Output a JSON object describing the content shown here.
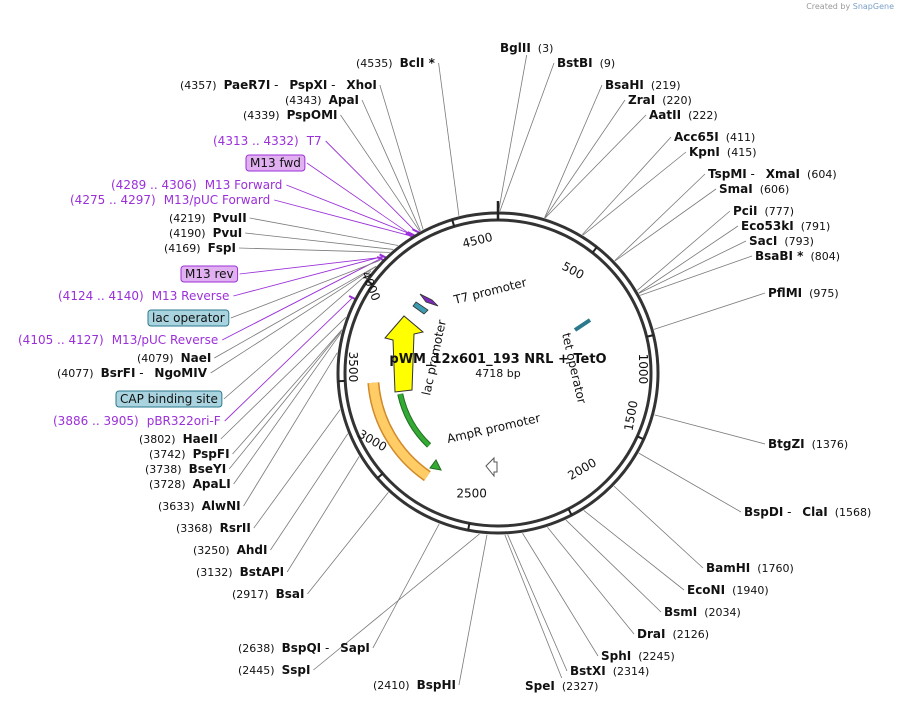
{
  "watermark": {
    "prefix": "Created by",
    "brand": "SnapGene"
  },
  "plasmid": {
    "name": "pWM_12x601_193 NRL + TetO",
    "length_text": "4718 bp",
    "length": 4718
  },
  "ticks": [
    "500",
    "1000",
    "1500",
    "2000",
    "2500",
    "3000",
    "3500",
    "4000",
    "4500"
  ],
  "enzymes": [
    {
      "names": [
        "BglII"
      ],
      "pos_text": "(3)",
      "pos": 3
    },
    {
      "names": [
        "BstBI"
      ],
      "pos_text": "(9)",
      "pos": 9
    },
    {
      "names": [
        "BsaHI"
      ],
      "pos_text": "(219)",
      "pos": 219
    },
    {
      "names": [
        "ZraI"
      ],
      "pos_text": "(220)",
      "pos": 220
    },
    {
      "names": [
        "AatII"
      ],
      "pos_text": "(222)",
      "pos": 222
    },
    {
      "names": [
        "Acc65I"
      ],
      "pos_text": "(411)",
      "pos": 411
    },
    {
      "names": [
        "KpnI"
      ],
      "pos_text": "(415)",
      "pos": 415
    },
    {
      "names": [
        "TspMI",
        "XmaI"
      ],
      "pos_text": "(604)",
      "pos": 604
    },
    {
      "names": [
        "SmaI"
      ],
      "pos_text": "(606)",
      "pos": 606
    },
    {
      "names": [
        "PciI"
      ],
      "pos_text": "(777)",
      "pos": 777
    },
    {
      "names": [
        "Eco53kI"
      ],
      "pos_text": "(791)",
      "pos": 791
    },
    {
      "names": [
        "SacI"
      ],
      "pos_text": "(793)",
      "pos": 793
    },
    {
      "names": [
        "BsaBI *"
      ],
      "pos_text": "(804)",
      "pos": 804
    },
    {
      "names": [
        "PflMI"
      ],
      "pos_text": "(975)",
      "pos": 975
    },
    {
      "names": [
        "BtgZI"
      ],
      "pos_text": "(1376)",
      "pos": 1376
    },
    {
      "names": [
        "BspDI",
        "ClaI"
      ],
      "pos_text": "(1568)",
      "pos": 1568
    },
    {
      "names": [
        "BamHI"
      ],
      "pos_text": "(1760)",
      "pos": 1760
    },
    {
      "names": [
        "EcoNI"
      ],
      "pos_text": "(1940)",
      "pos": 1940
    },
    {
      "names": [
        "BsmI"
      ],
      "pos_text": "(2034)",
      "pos": 2034
    },
    {
      "names": [
        "DraI"
      ],
      "pos_text": "(2126)",
      "pos": 2126
    },
    {
      "names": [
        "SphI"
      ],
      "pos_text": "(2245)",
      "pos": 2245
    },
    {
      "names": [
        "BstXI"
      ],
      "pos_text": "(2314)",
      "pos": 2314
    },
    {
      "names": [
        "SpeI"
      ],
      "pos_text": "(2327)",
      "pos": 2327
    },
    {
      "names": [
        "BspHI"
      ],
      "pos_text": "(2410)",
      "pos": 2410
    },
    {
      "names": [
        "SspI"
      ],
      "pos_text": "(2445)",
      "pos": 2445
    },
    {
      "names": [
        "BspQI",
        "SapI"
      ],
      "pos_text": "(2638)",
      "pos": 2638
    },
    {
      "names": [
        "BsaI"
      ],
      "pos_text": "(2917)",
      "pos": 2917
    },
    {
      "names": [
        "BstAPI"
      ],
      "pos_text": "(3132)",
      "pos": 3132
    },
    {
      "names": [
        "AhdI"
      ],
      "pos_text": "(3250)",
      "pos": 3250
    },
    {
      "names": [
        "RsrII"
      ],
      "pos_text": "(3368)",
      "pos": 3368
    },
    {
      "names": [
        "AlwNI"
      ],
      "pos_text": "(3633)",
      "pos": 3633
    },
    {
      "names": [
        "ApaLI"
      ],
      "pos_text": "(3728)",
      "pos": 3728
    },
    {
      "names": [
        "BseYI"
      ],
      "pos_text": "(3738)",
      "pos": 3738
    },
    {
      "names": [
        "PspFI"
      ],
      "pos_text": "(3742)",
      "pos": 3742
    },
    {
      "names": [
        "HaeII"
      ],
      "pos_text": "(3802)",
      "pos": 3802
    },
    {
      "names": [
        "BsrFI",
        "NgoMIV"
      ],
      "pos_text": "(4077)",
      "pos": 4077
    },
    {
      "names": [
        "NaeI"
      ],
      "pos_text": "(4079)",
      "pos": 4079
    },
    {
      "names": [
        "FspI"
      ],
      "pos_text": "(4169)",
      "pos": 4169
    },
    {
      "names": [
        "PvuI"
      ],
      "pos_text": "(4190)",
      "pos": 4190
    },
    {
      "names": [
        "PvuII"
      ],
      "pos_text": "(4219)",
      "pos": 4219
    },
    {
      "names": [
        "PspOMI"
      ],
      "pos_text": "(4339)",
      "pos": 4339
    },
    {
      "names": [
        "ApaI"
      ],
      "pos_text": "(4343)",
      "pos": 4343
    },
    {
      "names": [
        "PaeR7I",
        "PspXI",
        "XhoI"
      ],
      "pos_text": "(4357)",
      "pos": 4357
    },
    {
      "names": [
        "BclI *"
      ],
      "pos_text": "(4535)",
      "pos": 4535
    }
  ],
  "primers": [
    {
      "range": "(4313 .. 4332)",
      "name": "T7",
      "pos": 4322
    },
    {
      "range": "(4289 .. 4306)",
      "name": "M13 Forward",
      "pos": 4297
    },
    {
      "range": "(4275 .. 4297)",
      "name": "M13/pUC Forward",
      "pos": 4286
    },
    {
      "range": "(4124 .. 4140)",
      "name": "M13 Reverse",
      "pos": 4132
    },
    {
      "range": "(4105 .. 4127)",
      "name": "M13/pUC Reverse",
      "pos": 4116
    },
    {
      "range": "(3886 .. 3905)",
      "name": "pBR322ori-F",
      "pos": 3895
    }
  ],
  "boxed_labels": [
    {
      "text": "M13 fwd",
      "kind": "primer",
      "pos": 4297
    },
    {
      "text": "M13 rev",
      "kind": "primer",
      "pos": 4132
    },
    {
      "text": "lac operator",
      "kind": "feature",
      "pos": 4112
    },
    {
      "text": "CAP binding site",
      "kind": "feature",
      "pos": 4045
    }
  ],
  "inner_features": [
    {
      "label": "T7 promoter",
      "color": "#7b2ab8"
    },
    {
      "label": "lac promoter",
      "color": "#ffff00"
    },
    {
      "label": "tet operator",
      "color": "#2a7a8c"
    },
    {
      "label": "AmpR promoter",
      "color": "#ffffff"
    }
  ],
  "colors": {
    "primer": "#9b30d9",
    "primer_box": "#e0b0f0",
    "feature_box": "#a9d3df",
    "ori": "#ffcc66",
    "ampr": "#33aa33"
  }
}
